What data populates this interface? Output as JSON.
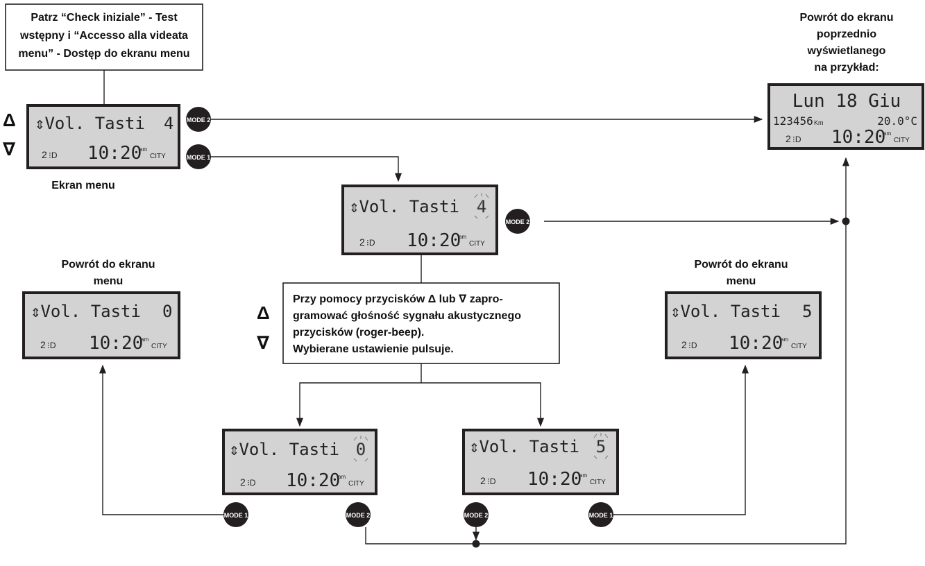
{
  "colors": {
    "lcd_bg": "#d3d3d3",
    "lcd_border": "#222222",
    "mode_button": "#231f20",
    "line": "#231f20"
  },
  "notes": {
    "top_left": [
      "Patrz “Check iniziale” - Test",
      "wstępny i “Accesso alla videata",
      "menu” - Dostęp do ekranu menu"
    ],
    "top_right": [
      "Powrót do ekranu",
      "poprzednio",
      "wyświetlanego",
      "na przykład:"
    ],
    "menu_caption": "Ekran menu",
    "left_return": [
      "Powrót do ekranu",
      "menu"
    ],
    "right_return": [
      "Powrót do ekranu",
      "menu"
    ],
    "center_box": [
      "Przy pomocy przycisków Δ lub ∇ zapro-",
      "gramować głośność sygnału akustycznego",
      "przycisków (roger-beep).",
      "Wybierane ustawienie pulsuje."
    ]
  },
  "arrow_symbols": {
    "up": "Δ",
    "down": "∇"
  },
  "modes": {
    "mode1": "MODE 1",
    "mode2": "MODE 2"
  },
  "lcd": {
    "menu_label": "↕Vol. Tasti",
    "menu_label_glyph": "⇕",
    "menu_text": "Vol. Tasti",
    "clock": "10:20",
    "am": "am",
    "city": "CITY",
    "gear": "2",
    "values": {
      "main": "4",
      "edit": "4",
      "left": "0",
      "right": "5",
      "bottom_left": "0",
      "bottom_right": "5"
    },
    "prev": {
      "date": "Lun 18 Giu",
      "odo": "123456",
      "km": "Km",
      "temp": "20.0°C"
    }
  }
}
